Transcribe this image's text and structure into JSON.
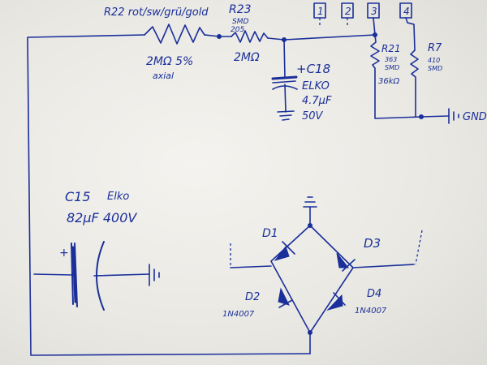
{
  "labels": {
    "r22_title": "R22 rot/sw/grü/gold",
    "r22_value": "2MΩ 5%",
    "r22_package": "axial",
    "r23_name": "R23",
    "r23_package": "SMD",
    "r23_code": "205",
    "r23_value": "2MΩ",
    "c18_name": "+C18",
    "c18_type": "ELKO",
    "c18_value": "4.7µF",
    "c18_voltage": "50V",
    "r21_name": "R21",
    "r21_code": "363",
    "r21_package": "SMD",
    "r21_value": "36kΩ",
    "r7_name": "R7",
    "r7_code": "410",
    "r7_package": "SMD",
    "gnd": "GND",
    "pin1": "1",
    "pin2": "2",
    "pin3": "3",
    "pin4": "4",
    "c15_name": "C15",
    "c15_type": "Elko",
    "c15_value": "82µF 400V",
    "c15_plus": "+",
    "d1": "D1",
    "d2": "D2",
    "d3": "D3",
    "d4": "D4",
    "d2_part": "1N4007",
    "d4_part": "1N4007"
  },
  "colors": {
    "ink": "#1a2f9a",
    "paper": "#efeeea"
  }
}
